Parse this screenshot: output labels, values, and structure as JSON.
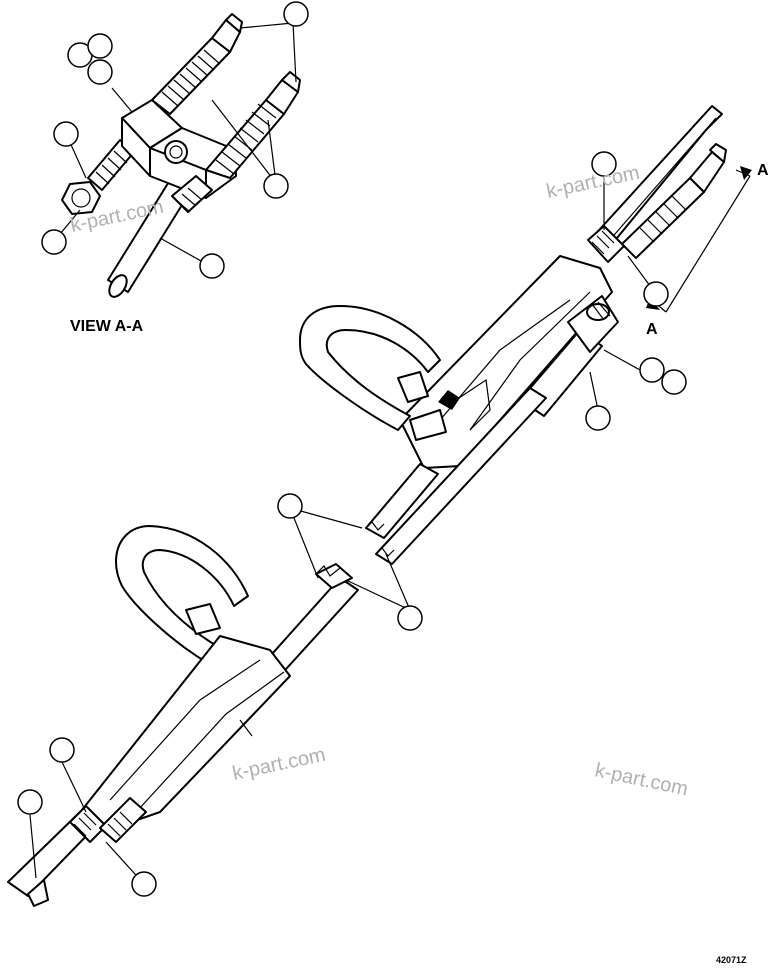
{
  "view_label": "VIEW A-A",
  "section_marker": "A",
  "drawing_number": "42071Z",
  "watermark": "k-part.com"
}
